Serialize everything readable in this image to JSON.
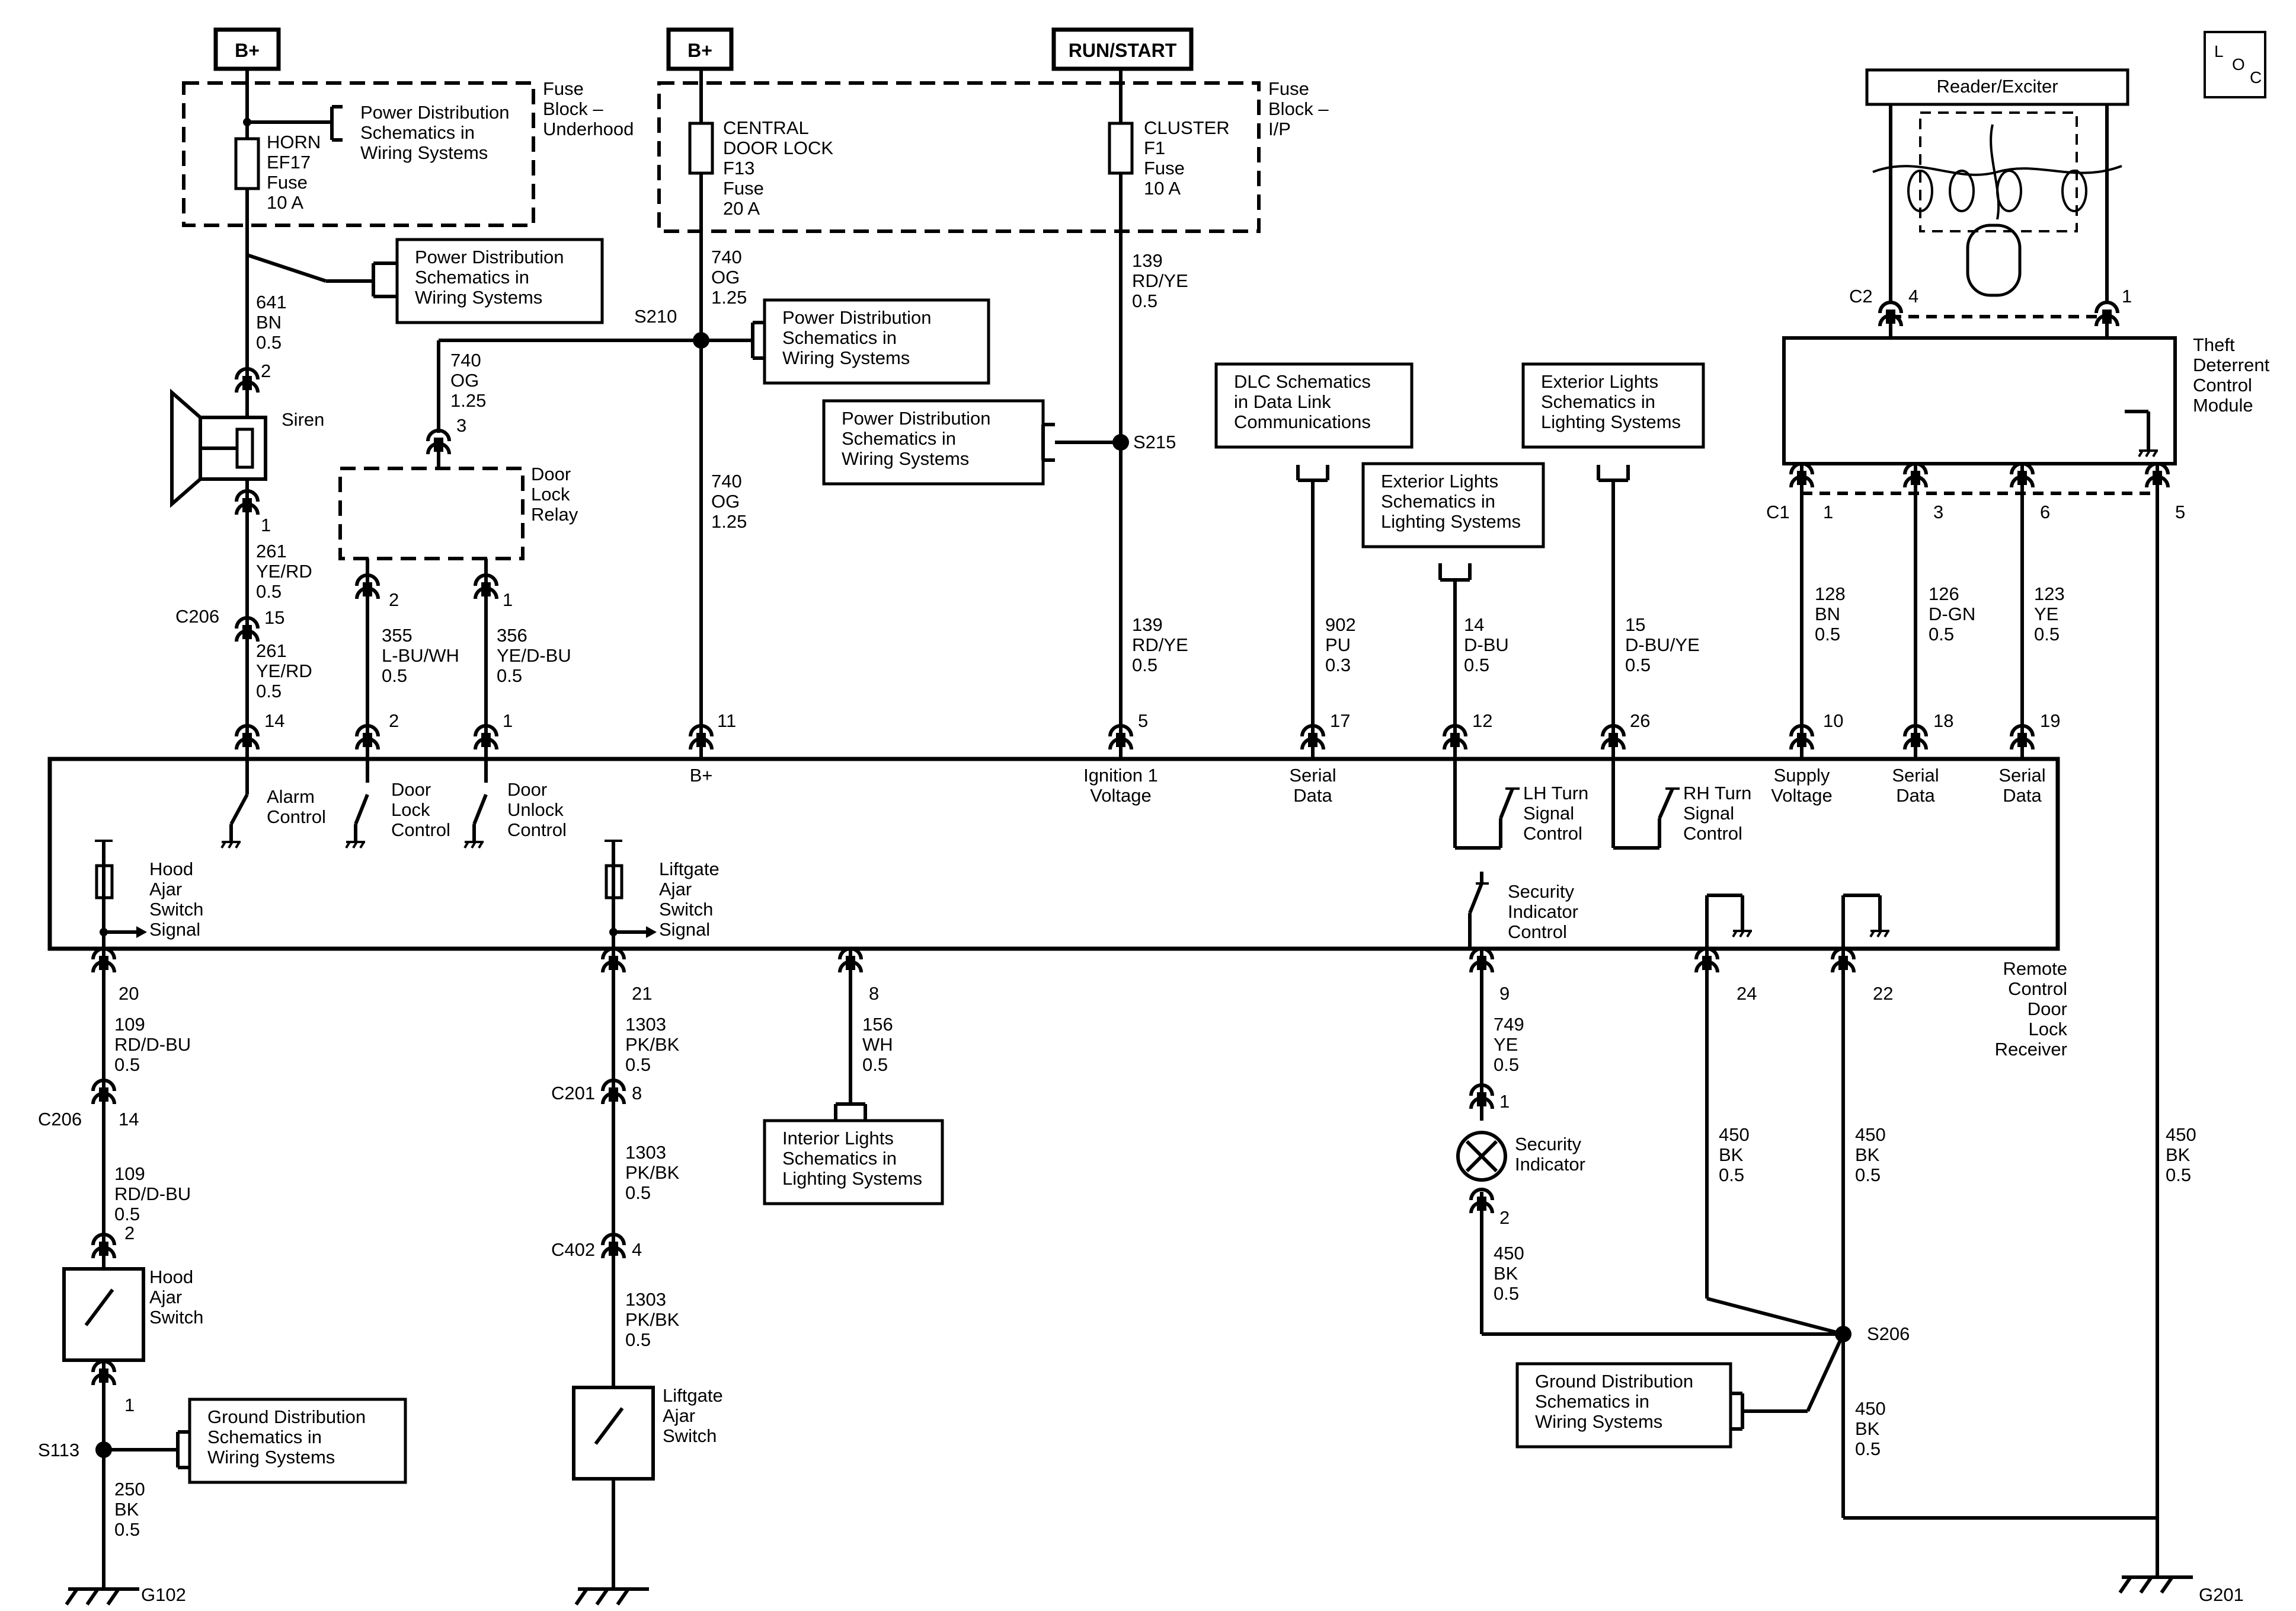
{
  "power_labels": {
    "bplus": "B+",
    "run_start": "RUN/START"
  },
  "loc_icon": {
    "line1": "L",
    "line2": "O",
    "line3": "C"
  },
  "fuse_blocks": {
    "underhood_label": [
      "Fuse",
      "Block –",
      "Underhood"
    ],
    "ip_label": [
      "Fuse",
      "Block –",
      "I/P"
    ]
  },
  "fuses": [
    {
      "id": "horn",
      "lines": [
        "HORN",
        "EF17",
        "Fuse",
        "10 A"
      ]
    },
    {
      "id": "central",
      "lines": [
        "CENTRAL",
        "DOOR LOCK",
        "F13",
        "Fuse",
        "20 A"
      ]
    },
    {
      "id": "cluster",
      "lines": [
        "CLUSTER",
        "F1",
        "Fuse",
        "10 A"
      ]
    }
  ],
  "ref_boxes": {
    "pd_fuse": [
      "Power Distribution",
      "Schematics in",
      "Wiring Systems"
    ],
    "pd_horn": [
      "Power Distribution",
      "Schematics in",
      "Wiring Systems"
    ],
    "pd_s210": [
      "Power Distribution",
      "Schematics in",
      "Wiring Systems"
    ],
    "pd_s215": [
      "Power Distribution",
      "Schematics in",
      "Wiring Systems"
    ],
    "dlc": [
      "DLC Schematics",
      "in Data Link",
      "Communications"
    ],
    "ext_lh": [
      "Exterior Lights",
      "Schematics in",
      "Lighting Systems"
    ],
    "ext_rh": [
      "Exterior Lights",
      "Schematics in",
      "Lighting Systems"
    ],
    "interior": [
      "Interior Lights",
      "Schematics in",
      "Lighting Systems"
    ],
    "gd_s113": [
      "Ground Distribution",
      "Schematics in",
      "Wiring Systems"
    ],
    "gd_s206": [
      "Ground Distribution",
      "Schematics in",
      "Wiring Systems"
    ]
  },
  "components": {
    "reader_exciter": "Reader/Exciter",
    "siren": "Siren",
    "door_lock_relay": [
      "Door",
      "Lock",
      "Relay"
    ],
    "theft_module": [
      "Theft",
      "Deterrent",
      "Control",
      "Module"
    ],
    "receiver": [
      "Remote",
      "Control",
      "Door",
      "Lock",
      "Receiver"
    ],
    "hood_switch": [
      "Hood",
      "Ajar",
      "Switch"
    ],
    "liftgate_switch": [
      "Liftgate",
      "Ajar",
      "Switch"
    ],
    "security_indicator": [
      "Security",
      "Indicator"
    ]
  },
  "internal_labels": {
    "alarm": [
      "Alarm",
      "Control"
    ],
    "door_lock_ctrl": [
      "Door",
      "Lock",
      "Control"
    ],
    "door_unlock_ctrl": [
      "Door",
      "Unlock",
      "Control"
    ],
    "bplus_in": "B+",
    "ign": [
      "Ignition 1",
      "Voltage"
    ],
    "serial17": [
      "Serial",
      "Data"
    ],
    "lh_turn": [
      "LH Turn",
      "Signal",
      "Control"
    ],
    "rh_turn": [
      "RH Turn",
      "Signal",
      "Control"
    ],
    "supply": [
      "Supply",
      "Voltage"
    ],
    "serial18": [
      "Serial",
      "Data"
    ],
    "serial19": [
      "Serial",
      "Data"
    ],
    "hood_sig": [
      "Hood",
      "Ajar",
      "Switch",
      "Signal"
    ],
    "liftgate_sig": [
      "Liftgate",
      "Ajar",
      "Switch",
      "Signal"
    ],
    "security_ctrl": [
      "Security",
      "Indicator",
      "Control"
    ]
  },
  "wires": {
    "w641": [
      "641",
      "BN",
      "0.5"
    ],
    "w261a": [
      "261",
      "YE/RD",
      "0.5"
    ],
    "w261b": [
      "261",
      "YE/RD",
      "0.5"
    ],
    "w740a": [
      "740",
      "OG",
      "1.25"
    ],
    "w740b": [
      "740",
      "OG",
      "1.25"
    ],
    "w740c": [
      "740",
      "OG",
      "1.25"
    ],
    "w139a": [
      "139",
      "RD/YE",
      "0.5"
    ],
    "w139b": [
      "139",
      "RD/YE",
      "0.5"
    ],
    "w355": [
      "355",
      "L-BU/WH",
      "0.5"
    ],
    "w356": [
      "356",
      "YE/D-BU",
      "0.5"
    ],
    "w902": [
      "902",
      "PU",
      "0.3"
    ],
    "w14": [
      "14",
      "D-BU",
      "0.5"
    ],
    "w15": [
      "15",
      "D-BU/YE",
      "0.5"
    ],
    "w128": [
      "128",
      "BN",
      "0.5"
    ],
    "w126": [
      "126",
      "D-GN",
      "0.5"
    ],
    "w123": [
      "123",
      "YE",
      "0.5"
    ],
    "w109a": [
      "109",
      "RD/D-BU",
      "0.5"
    ],
    "w109b": [
      "109",
      "RD/D-BU",
      "0.5"
    ],
    "w250": [
      "250",
      "BK",
      "0.5"
    ],
    "w1303a": [
      "1303",
      "PK/BK",
      "0.5"
    ],
    "w1303b": [
      "1303",
      "PK/BK",
      "0.5"
    ],
    "w1303c": [
      "1303",
      "PK/BK",
      "0.5"
    ],
    "w156": [
      "156",
      "WH",
      "0.5"
    ],
    "w749": [
      "749",
      "YE",
      "0.5"
    ],
    "w450a": [
      "450",
      "BK",
      "0.5"
    ],
    "w450b": [
      "450",
      "BK",
      "0.5"
    ],
    "w450c": [
      "450",
      "BK",
      "0.5"
    ],
    "w450d": [
      "450",
      "BK",
      "0.5"
    ],
    "w450e": [
      "450",
      "BK",
      "0.5"
    ]
  },
  "connectors": {
    "C206": "C206",
    "C201": "C201",
    "C402": "C402",
    "C2": "C2",
    "C1": "C1"
  },
  "splices": {
    "S210": "S210",
    "S215": "S215",
    "S113": "S113",
    "S206": "S206"
  },
  "grounds": {
    "G102": "G102",
    "G201": "G201"
  },
  "pins": {
    "siren2": "2",
    "siren1": "1",
    "c206_15": "15",
    "recv14": "14",
    "relay3": "3",
    "relay2": "2",
    "relay1": "1",
    "recv2": "2",
    "recv1": "1",
    "recv11": "11",
    "recv5": "5",
    "recv17": "17",
    "recv12": "12",
    "recv26": "26",
    "c2_4": "4",
    "c2_1": "1",
    "c1_1": "1",
    "c1_3": "3",
    "c1_6": "6",
    "c1_5": "5",
    "recv10": "10",
    "recv18": "18",
    "recv19": "19",
    "recv20": "20",
    "c206_14": "14",
    "hood2": "2",
    "hood1": "1",
    "recv21": "21",
    "c201_8": "8",
    "c402_4": "4",
    "recv8": "8",
    "recv9": "9",
    "sec1": "1",
    "sec2": "2",
    "recv24": "24",
    "recv22": "22"
  }
}
